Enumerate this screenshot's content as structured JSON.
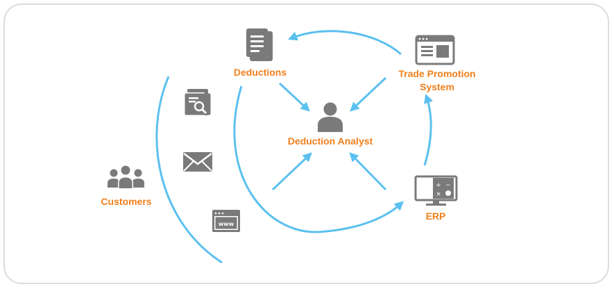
{
  "nodes": {
    "deductions": {
      "label": "Deductions",
      "icon": "documents-icon"
    },
    "trade_promotion": {
      "label": "Trade Promotion\nSystem",
      "icon": "browser-window-icon"
    },
    "analyst": {
      "label": "Deduction Analyst",
      "icon": "user-icon"
    },
    "erp": {
      "label": "ERP",
      "icon": "calculator-monitor-icon"
    },
    "customers": {
      "label": "Customers",
      "icon": "group-users-icon"
    }
  },
  "channels": [
    {
      "name": "document-search-icon"
    },
    {
      "name": "envelope-icon"
    },
    {
      "name": "web-browser-www-icon"
    }
  ],
  "colors": {
    "label": "#f07f1c",
    "arrow": "#5bc0ef",
    "icon": "#7a7a7a",
    "border": "#dcdcdc"
  }
}
